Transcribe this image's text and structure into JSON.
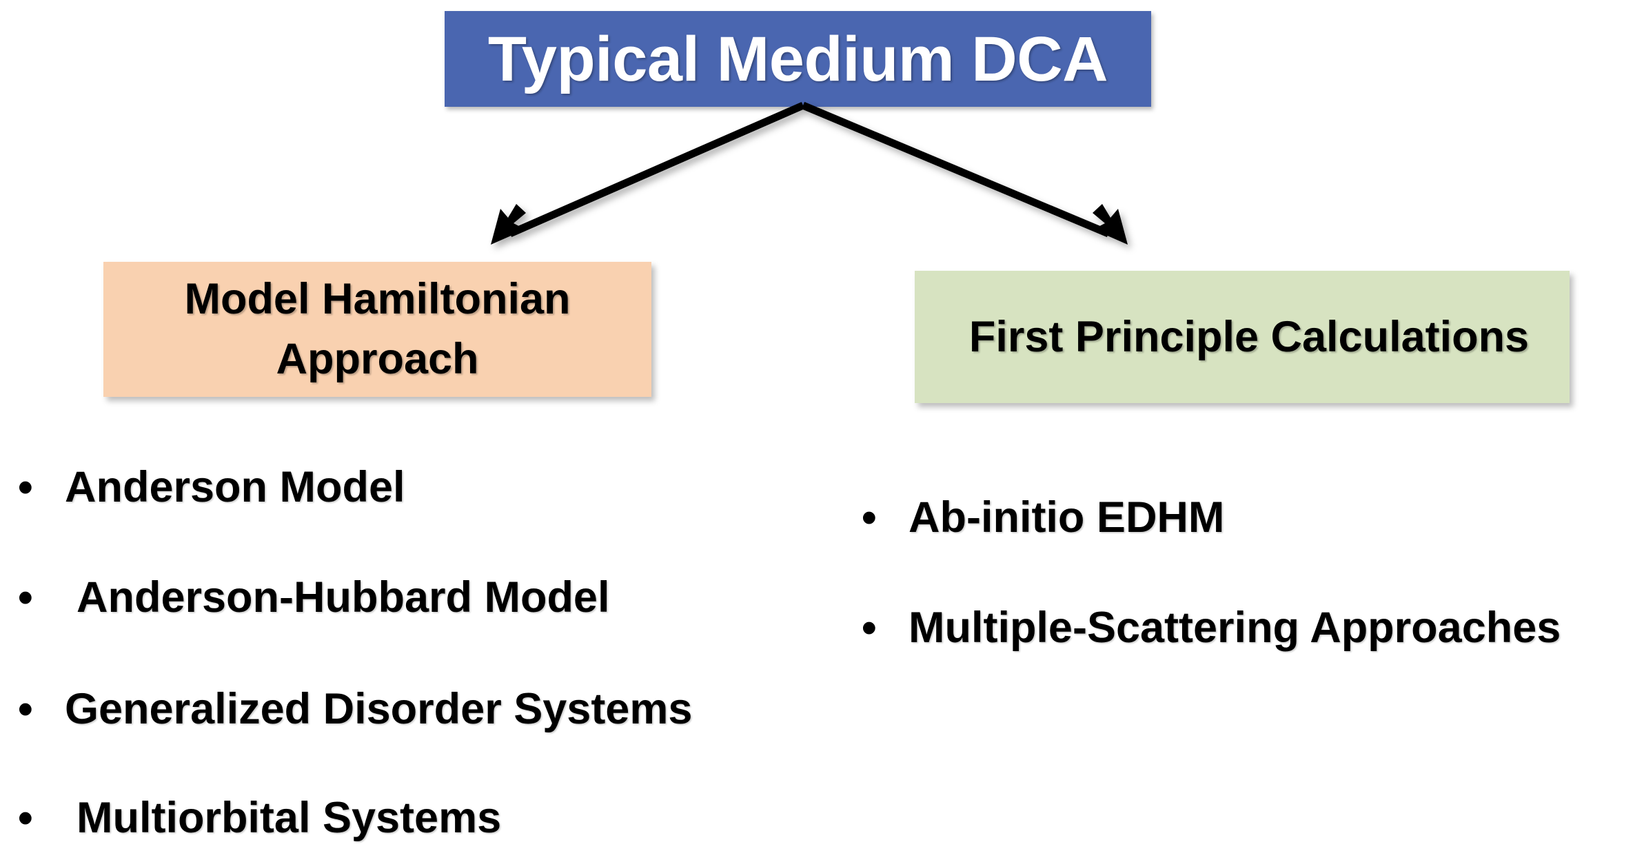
{
  "slide": {
    "background_color": "#ffffff",
    "title": {
      "text": "Typical Medium DCA",
      "box_color": "#4a66b0",
      "text_color": "#ffffff"
    },
    "branches": [
      {
        "id": "model-hamiltonian",
        "heading": "Model Hamiltonian Approach",
        "heading_line_1": "Model Hamiltonian",
        "heading_line_2": "Approach",
        "box_color": "#f9d1b0",
        "text_color": "#000000",
        "bullets": [
          {
            "marker": "•",
            "label": "Anderson Model"
          },
          {
            "marker": "•",
            "label": "Anderson-Hubbard Model"
          },
          {
            "marker": "•",
            "label": "Generalized Disorder Systems"
          },
          {
            "marker": "•",
            "label": "Multiorbital Systems"
          }
        ]
      },
      {
        "id": "first-principle",
        "heading": "First Principle Calculations",
        "heading_line_1": "First Principle Calculations",
        "heading_line_2": "",
        "box_color": "#d7e3c1",
        "text_color": "#000000",
        "bullets": [
          {
            "marker": "•",
            "label": "Ab-initio EDHM"
          },
          {
            "marker": "•",
            "label": "Multiple-Scattering Approaches"
          }
        ]
      }
    ],
    "connectors": [
      {
        "id": "arrow-to-model-hamiltonian",
        "from": "title-box",
        "to": "model-hamiltonian-box",
        "color": "#000000"
      },
      {
        "id": "arrow-to-first-principle",
        "from": "title-box",
        "to": "first-principle-box",
        "color": "#000000"
      }
    ]
  }
}
